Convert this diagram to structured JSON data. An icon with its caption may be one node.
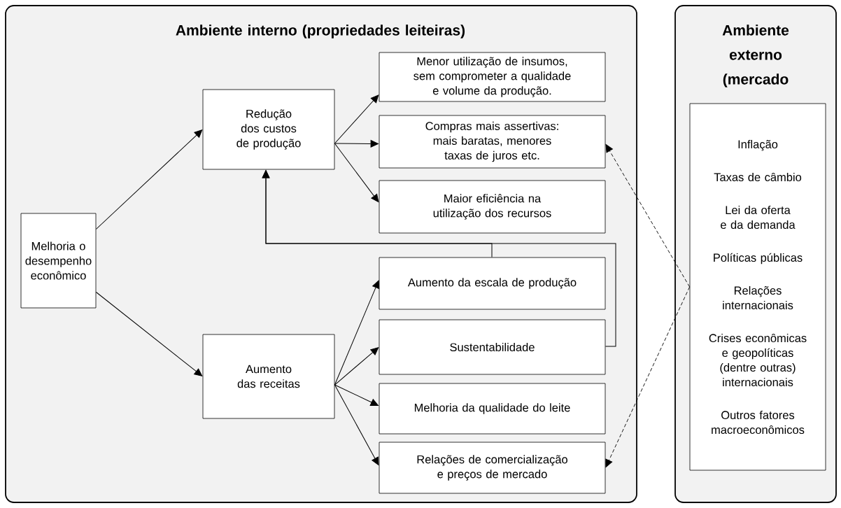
{
  "diagram": {
    "nodes": [
      {
        "text": [
          "Ambiente interno (propriedades leiteiras)"
        ]
      },
      {
        "text": [
          "Melhoria o desempenho econômico"
        ],
        "in": 0
      },
      {
        "text": [
          "Redução dos custos de produção"
        ],
        "in": 0
      },
      {
        "text": [
          "Menor utilização de insumos, sem comprometer a qualidade e volume da produção."
        ],
        "in": 0
      },
      {
        "text": [
          "Compras mais assertivas: mais baratas, menores taxas de juros etc."
        ],
        "in": 0
      },
      {
        "text": [
          "Maior eficiência na utilização dos recursos"
        ],
        "in": 0
      },
      {
        "text": [
          "Aumento das receitas"
        ],
        "in": 0
      },
      {
        "text": [
          "Aumento da escala de produção"
        ],
        "in": 0
      },
      {
        "text": [
          "Sustentabilidade"
        ],
        "in": 0
      },
      {
        "text": [
          "Melhoria da qualidade do leite"
        ],
        "in": 0
      },
      {
        "text": [
          "Relações de comercialização e preços de mercado"
        ],
        "in": 0
      },
      {
        "text": [
          "Ambiente externo (mercado"
        ]
      },
      {
        "text": [
          "Inflação",
          "Taxas de câmbio",
          "Lei da oferta e da demanda",
          "Políticas públicas",
          "Relações internacionais",
          "Crises econômicas e geopolíticas (dentre outras) internacionais",
          "Outros fatores macroeconômicos"
        ],
        "in": 11
      }
    ],
    "edges": [
      {
        "from": 1,
        "to": 2,
        "arrow": "to"
      },
      {
        "from": 1,
        "to": 6,
        "arrow": "to"
      },
      {
        "from": 2,
        "to": 3,
        "arrow": "to"
      },
      {
        "from": 2,
        "to": 4,
        "arrow": "to"
      },
      {
        "from": 2,
        "to": 5,
        "arrow": "to"
      },
      {
        "from": 6,
        "to": 7,
        "arrow": "to"
      },
      {
        "from": 6,
        "to": 8,
        "arrow": "to"
      },
      {
        "from": 6,
        "to": 9,
        "arrow": "to"
      },
      {
        "from": 6,
        "to": 10,
        "arrow": "to"
      },
      {
        "from": 7,
        "to": 2,
        "arrow": "to"
      },
      {
        "from": 8,
        "to": 2,
        "arrow": "to"
      },
      {
        "from": 12,
        "to": 4,
        "arrow": "to",
        "style": "dashed"
      },
      {
        "from": 12,
        "to": 10,
        "arrow": "to",
        "style": "dashed"
      }
    ]
  }
}
